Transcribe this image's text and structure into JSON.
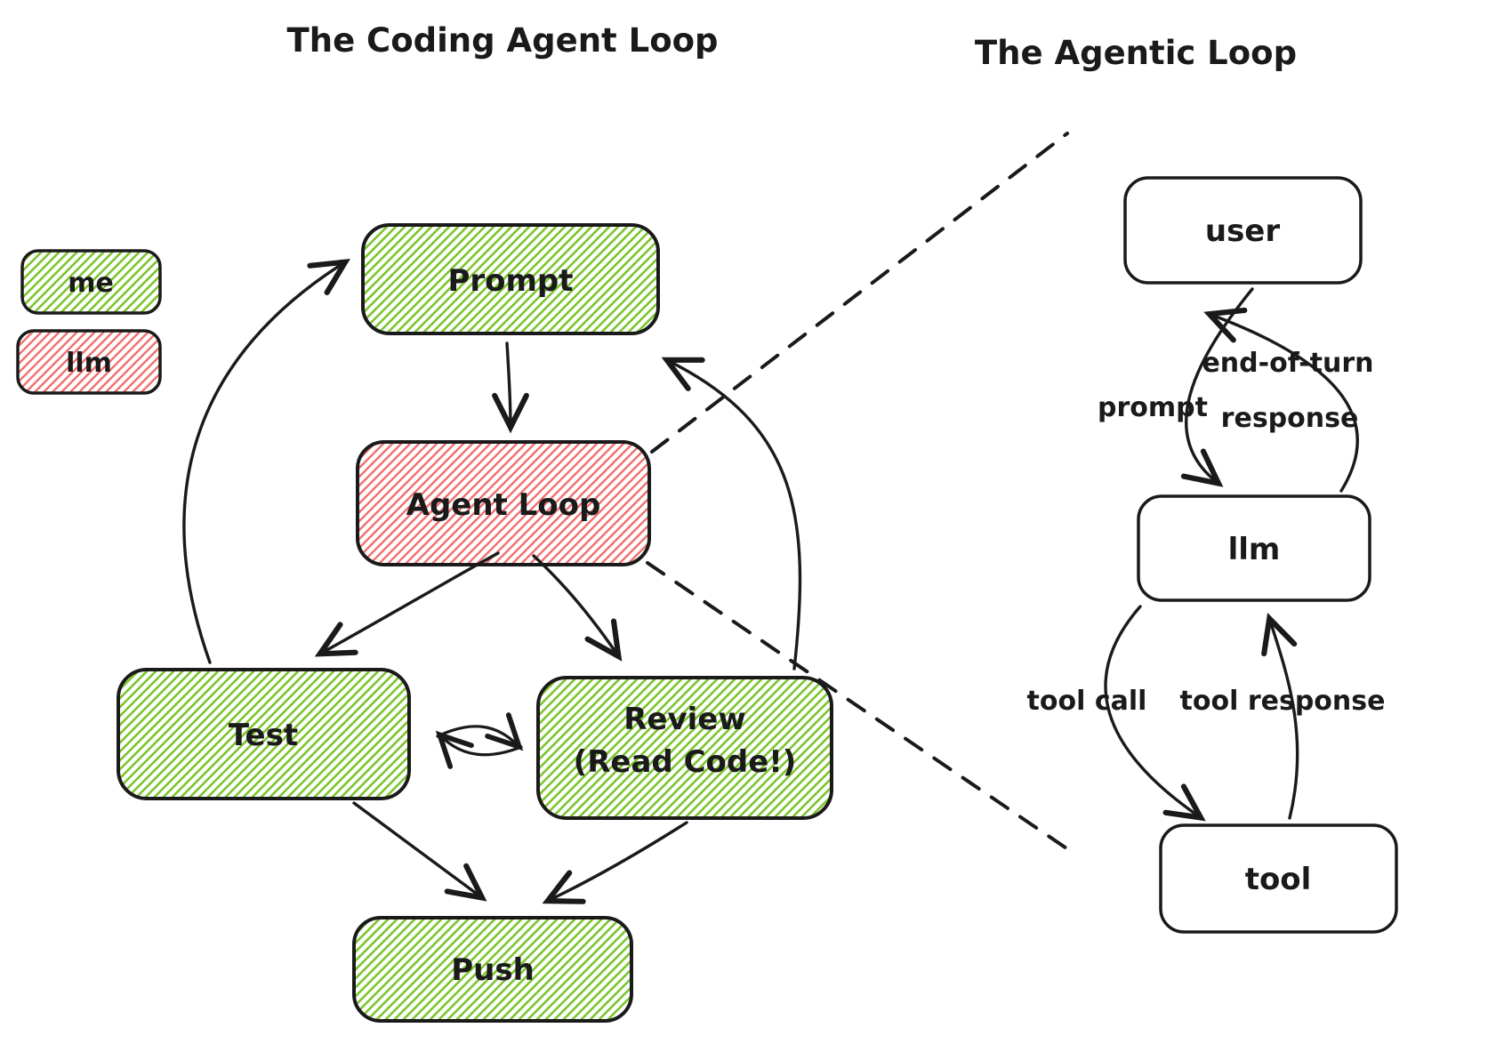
{
  "colors": {
    "ink": "#1a1a1a",
    "green_hatch": "#7dc62f",
    "red_hatch": "#f17070",
    "background": "#ffffff"
  },
  "left_diagram": {
    "title": "The Coding Agent Loop",
    "legend": {
      "me_label": "me",
      "llm_label": "llm"
    },
    "nodes": {
      "prompt": "Prompt",
      "agent_loop": "Agent Loop",
      "test": "Test",
      "review_line1": "Review",
      "review_line2": "(Read Code!)",
      "push": "Push"
    }
  },
  "right_diagram": {
    "title": "The Agentic Loop",
    "nodes": {
      "user": "user",
      "llm": "llm",
      "tool": "tool"
    },
    "edge_labels": {
      "prompt": "prompt",
      "end_of_turn_line1": "end-of-turn",
      "end_of_turn_line2": "response",
      "tool_call": "tool call",
      "tool_response": "tool response"
    }
  }
}
